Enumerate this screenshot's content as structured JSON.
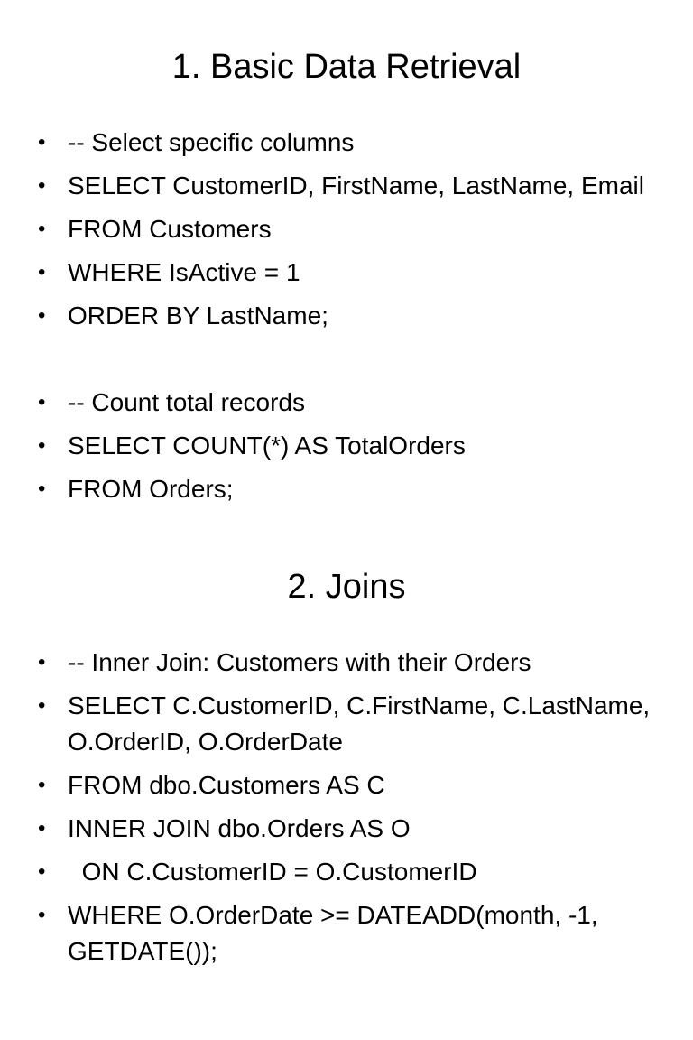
{
  "slides": [
    {
      "title": "1. Basic Data Retrieval",
      "lines": [
        "-- Select specific columns",
        "SELECT CustomerID, FirstName, LastName, Email",
        "FROM Customers",
        "WHERE IsActive = 1",
        "ORDER BY LastName;",
        "",
        "-- Count total records",
        "SELECT COUNT(*) AS TotalOrders",
        "FROM Orders;"
      ]
    },
    {
      "title": "2. Joins",
      "lines": [
        "-- Inner Join: Customers with their Orders",
        "SELECT C.CustomerID, C.FirstName, C.LastName, O.OrderID, O.OrderDate",
        "FROM dbo.Customers AS C",
        "INNER JOIN dbo.Orders AS O",
        "  ON C.CustomerID = O.CustomerID",
        "WHERE O.OrderDate >= DATEADD(month, -1, GETDATE());"
      ]
    }
  ]
}
